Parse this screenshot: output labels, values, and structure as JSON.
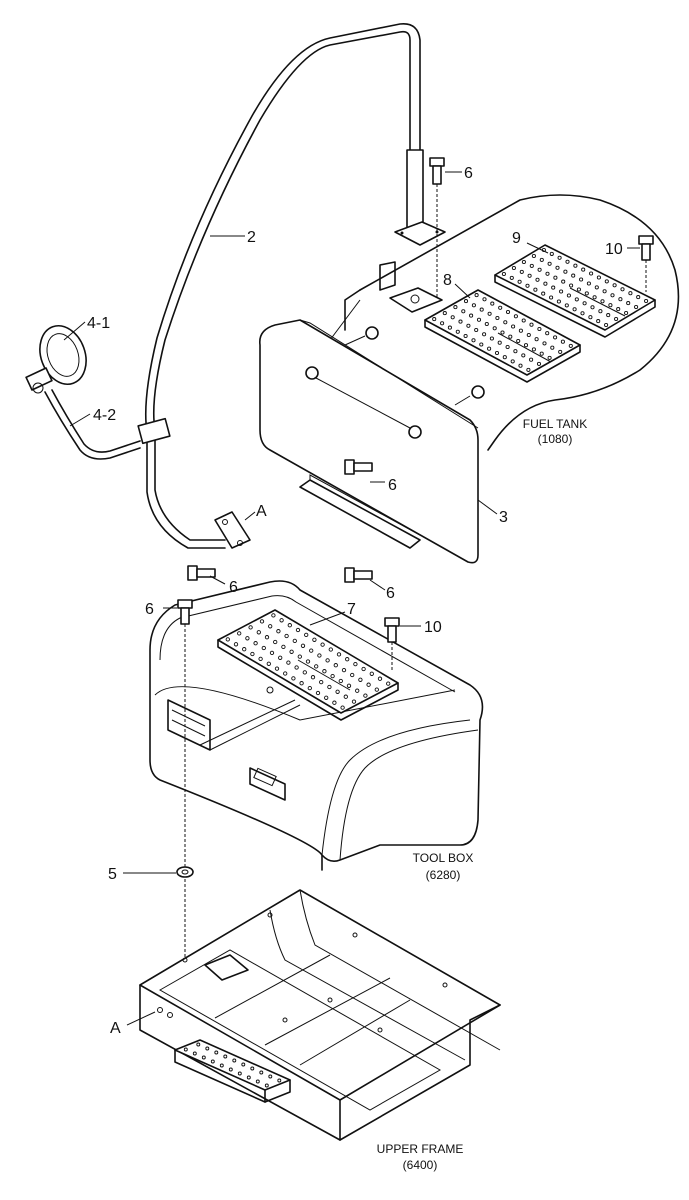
{
  "callouts": {
    "c6_top": "6",
    "c2": "2",
    "c9": "9",
    "c10_top": "10",
    "c8": "8",
    "c4_1": "4-1",
    "c4_2": "4-2",
    "c6_mid": "6",
    "c3": "3",
    "cA_top": "A",
    "c6_bl": "6",
    "c6_br": "6",
    "c6_left": "6",
    "c7": "7",
    "c10_mid": "10",
    "c5": "5",
    "cA_bottom": "A"
  },
  "captions": {
    "fuel_tank": {
      "line1": "FUEL TANK",
      "line2": "(1080)"
    },
    "tool_box": {
      "line1": "TOOL BOX",
      "line2": "(6280)"
    },
    "upper_frame": {
      "line1": "UPPER FRAME",
      "line2": "(6400)"
    }
  }
}
